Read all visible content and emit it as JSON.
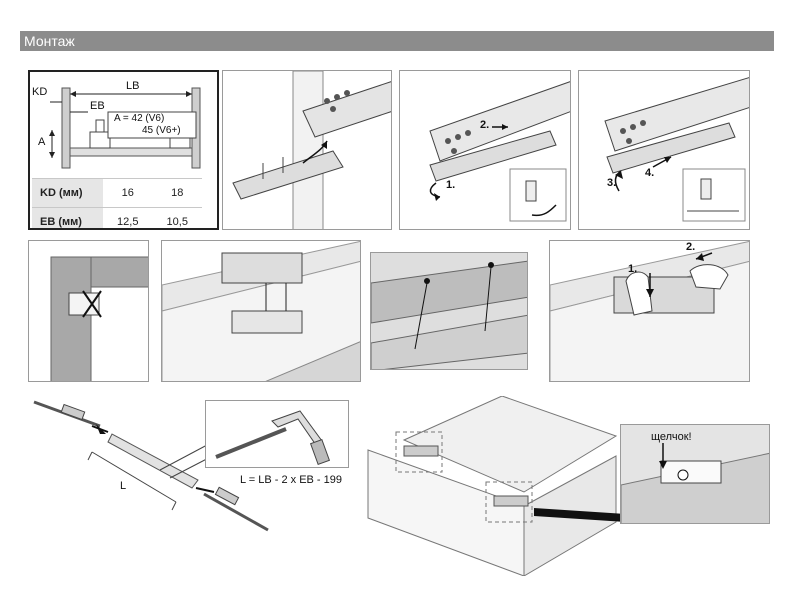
{
  "header": {
    "title": "Монтаж"
  },
  "dim_panel": {
    "labels": {
      "kd": "KD",
      "lb": "LB",
      "eb": "EB",
      "a": "A"
    },
    "a_values": [
      "A = 42 (V6)",
      "45 (V6+)"
    ],
    "table": [
      {
        "label": "KD (мм)",
        "values": [
          "16",
          "18"
        ]
      },
      {
        "label": "EB (мм)",
        "values": [
          "12,5",
          "10,5"
        ]
      }
    ]
  },
  "steps": {
    "panel3": [
      "1.",
      "2."
    ],
    "panel4": [
      "3.",
      "4."
    ],
    "panel8": [
      "1.",
      "2."
    ]
  },
  "rod": {
    "length_label": "L",
    "formula": "L = LB - 2 x EB - 199"
  },
  "callout": {
    "click_text": "щелчок!"
  },
  "colors": {
    "header_bg": "#8c8c8c",
    "panel_border": "#9a9a9a",
    "fill_light": "#e8e8e8",
    "fill_mid": "#cfcfcf"
  }
}
